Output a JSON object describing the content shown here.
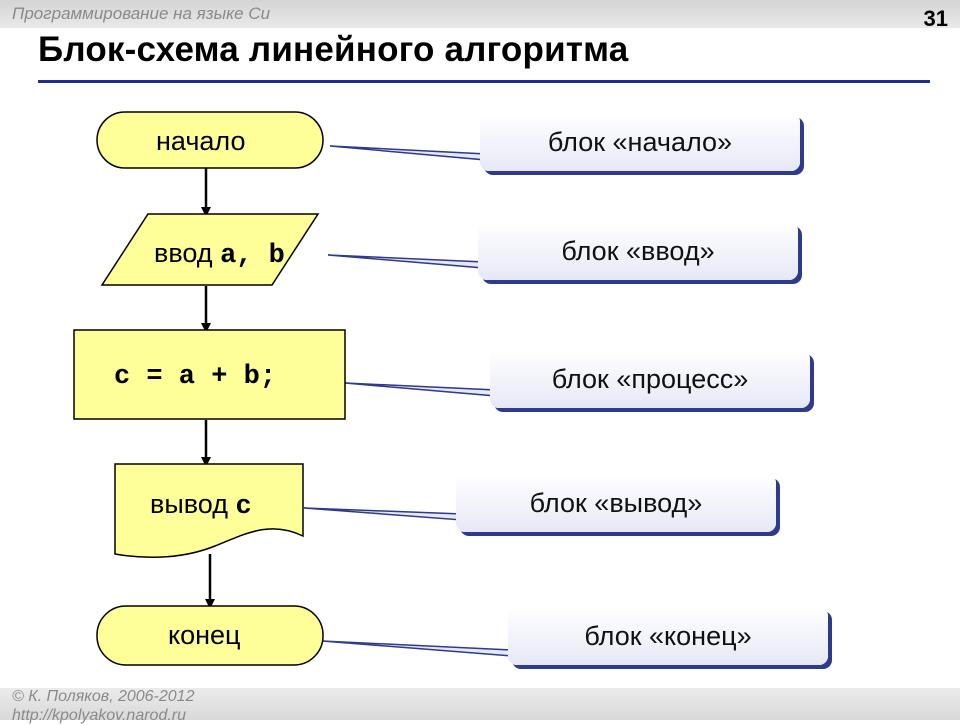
{
  "header": {
    "course": "Программирование на языке Си",
    "slide_number": "31",
    "title": "Блок-схема линейного алгоритма"
  },
  "flowchart": {
    "start": "начало",
    "input_word": "ввод ",
    "input_vars": "a, b",
    "process": "c = a + b;",
    "output_word": "вывод ",
    "output_var": "c",
    "end": "конец"
  },
  "callouts": {
    "start": "блок «начало»",
    "input": "блок «ввод»",
    "process": "блок «процесс»",
    "output": "блок «вывод»",
    "end": "блок «конец»"
  },
  "footer": {
    "copyright": "© К. Поляков, 2006-2012",
    "url": "http://kpolyakov.narod.ru"
  },
  "colors": {
    "shape_fill": "#ffff99",
    "accent_blue": "#1b2f93"
  }
}
